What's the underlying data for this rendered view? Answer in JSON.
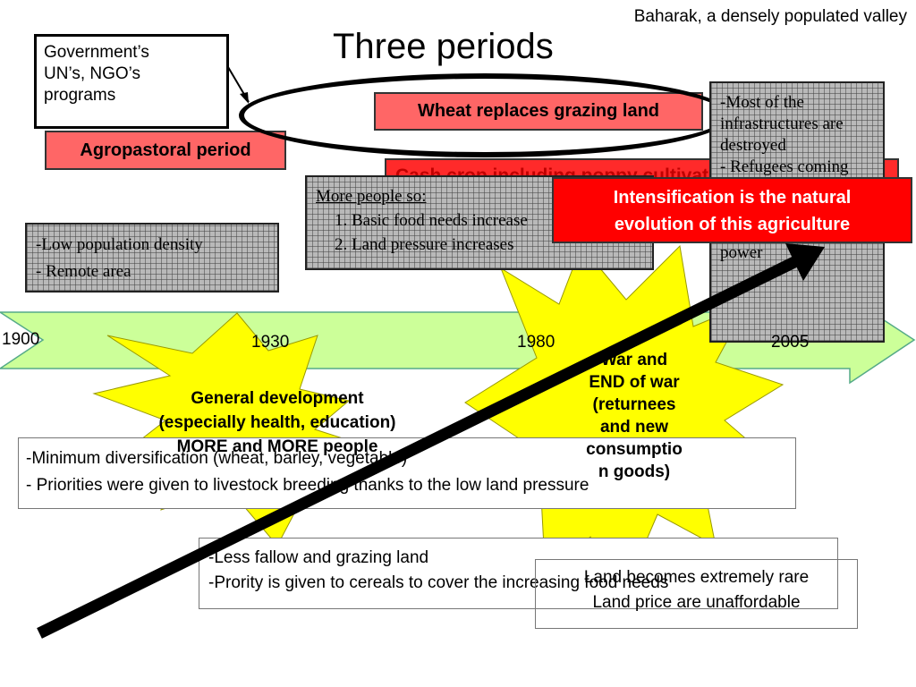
{
  "header": {
    "subtitle": "Baharak, a densely populated valley",
    "title": "Three periods"
  },
  "colors": {
    "timeline_arrow": "#ccff99",
    "red_label": "#ff6666",
    "intense_red": "#ff0000",
    "starburst": "#ffff00",
    "hatch_box": "#b9b9b9"
  },
  "government_box": {
    "lines": [
      "Government’s",
      "UN’s, NGO’s",
      "programs"
    ]
  },
  "period_labels": {
    "agropastoral": "Agropastoral period",
    "wheat": "Wheat replaces grazing land",
    "cash_crop": "Cash crop including poppy cultivation in the cropping pattern"
  },
  "intensification": {
    "lines": [
      "Intensification is the natural",
      "evolution of this agriculture"
    ]
  },
  "box_low_density": {
    "lines": [
      "-Low population density",
      "- Remote area"
    ]
  },
  "box_more_people": {
    "intro": "More people so:",
    "items": [
      "Basic food needs increase",
      "Land pressure increases"
    ]
  },
  "box_infrastructure": {
    "lines": [
      "-Most of the infrastructures are destroyed",
      "- Refugees coming back",
      "- The central government has less power"
    ]
  },
  "timeline": {
    "years": [
      "1900",
      "1930",
      "1980",
      "2005"
    ]
  },
  "starbursts": {
    "general_development": [
      "General development",
      "(especially health, education)",
      "MORE and MORE people"
    ],
    "war": [
      "War and",
      "END of war",
      "(returnees",
      "and new",
      "consumptio",
      "n goods)"
    ]
  },
  "notes": {
    "note1": [
      "-Minimum diversification (wheat, barley, vegetable)",
      "- Priorities were given to livestock breeding thanks to the low land pressure"
    ],
    "note2": [
      "-Less fallow and grazing land",
      "-Prority is given to cereals to cover the increasing food needs"
    ],
    "note3": [
      "Land becomes extremely rare",
      "Land price are unaffordable"
    ]
  }
}
